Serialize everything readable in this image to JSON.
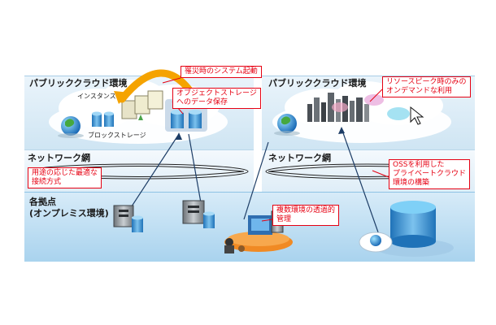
{
  "left": {
    "cloud_title": "パブリッククラウド環境",
    "instance_label": "インスタンス",
    "block_storage_label": "ブロックストレージ",
    "network_title": "ネットワーク網"
  },
  "right": {
    "cloud_title": "パブリッククラウド環境",
    "network_title": "ネットワーク網"
  },
  "onprem_title_line1": "各拠点",
  "onprem_title_line2": "(オンプレミス環境)",
  "callouts": {
    "disaster": "罹災時のシステム起動",
    "object_storage_line1": "オブジェクトストレージ",
    "object_storage_line2": "へのデータ保存",
    "peak_line1": "リソースピーク時のみの",
    "peak_line2": "オンデマンドな利用",
    "connection_line1": "用途の応じた最適な",
    "connection_line2": "接続方式",
    "oss_line1": "OSSを利用した",
    "oss_line2": "プライベートクラウド",
    "oss_line3": "環境の構築",
    "multi_line1": "複数環境の透過的",
    "multi_line2": "管理"
  },
  "colors": {
    "callout_red": "#e60012",
    "cloud_band": "#cfe5f3",
    "onprem_band": "#a9d3ee",
    "arrow_orange": "#f5a300"
  }
}
